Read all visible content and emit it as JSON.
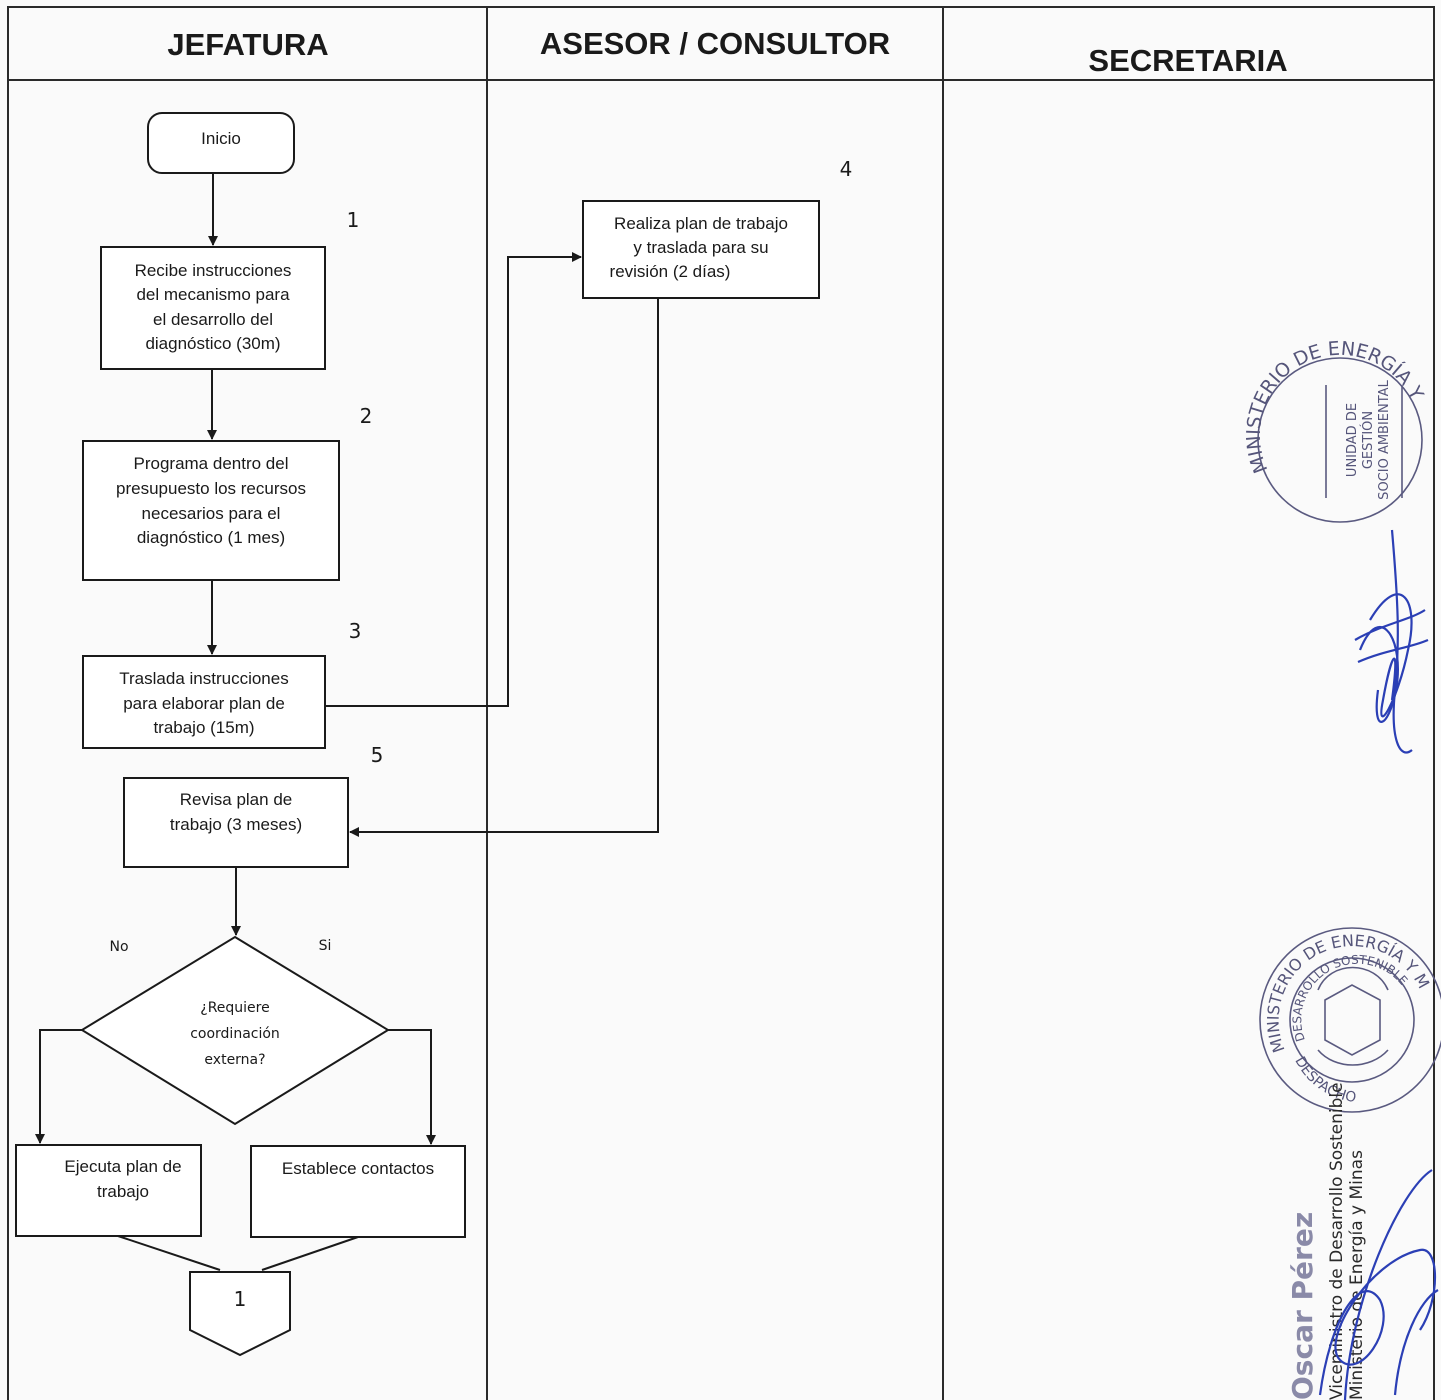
{
  "lanes": {
    "jefatura": "JEFATURA",
    "asesor": "ASESOR / CONSULTOR",
    "secretaria": "SECRETARIA"
  },
  "nodes": {
    "inicio": "Inicio",
    "recibe": [
      "Recibe instrucciones",
      "del mecanismo para",
      "el desarrollo del",
      "diagnóstico (30m)"
    ],
    "programa": [
      "Programa dentro del",
      "presupuesto los recursos",
      "necesarios para el",
      "diagnóstico (1 mes)"
    ],
    "traslada": [
      "Traslada instrucciones",
      "para elaborar plan de",
      "trabajo (15m)"
    ],
    "realiza": [
      "Realiza plan de trabajo",
      "y traslada para su",
      "revisión (2 días)"
    ],
    "revisa": [
      "Revisa plan de",
      "trabajo (3 meses)"
    ],
    "decision": [
      "¿Requiere",
      "coordinación",
      "externa?"
    ],
    "ejecuta": [
      "Ejecuta plan de",
      "trabajo"
    ],
    "establece": "Establece contactos",
    "connector": "1"
  },
  "step_numbers": {
    "s1": "1",
    "s2": "2",
    "s3": "3",
    "s4": "4",
    "s5": "5"
  },
  "branches": {
    "no": "No",
    "si": "Si"
  },
  "stamp_unidad": {
    "ring": "MINISTERIO DE ENERGÍA Y MINAS",
    "center": [
      "UNIDAD DE",
      "GESTIÓN",
      "SOCIO AMBIENTAL"
    ]
  },
  "stamp_vice": {
    "ring_outer": "MINISTERIO DE ENERGÍA Y MINAS",
    "ring_inner": "DESARROLLO SOSTENIBLE",
    "ring_bottom": "DESPACHO"
  },
  "signature": {
    "name": "Oscar Pérez",
    "line1": "Viceministro de Desarrollo Sostenible",
    "line2": "Ministerio de Energía y Minas"
  }
}
